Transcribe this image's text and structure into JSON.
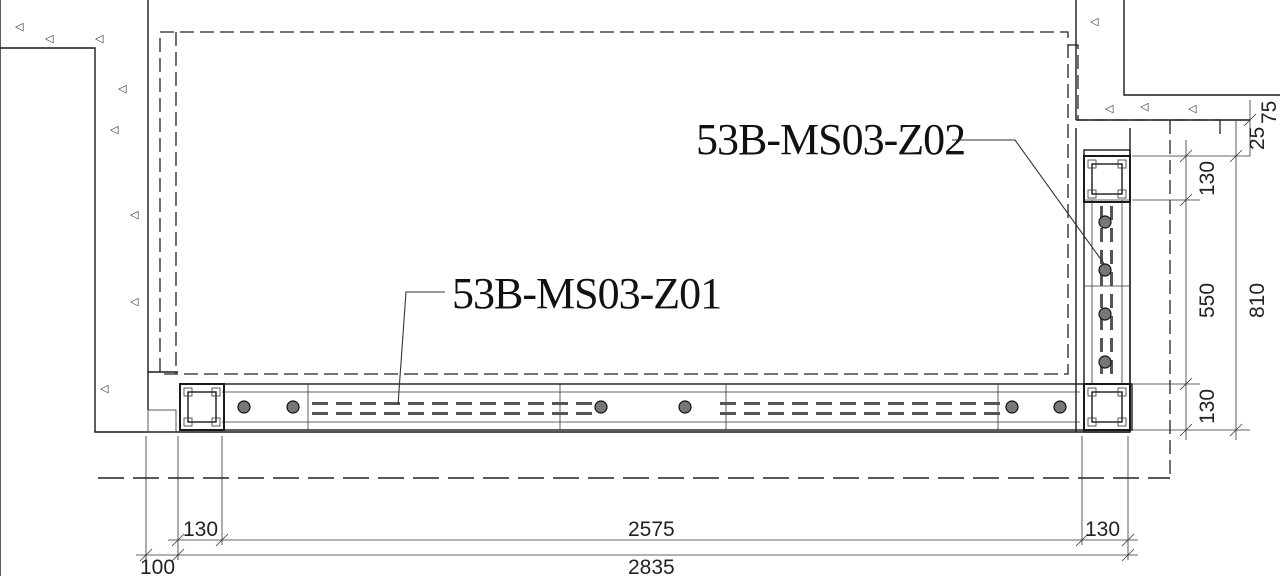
{
  "labels": {
    "column_1": "53B-MS03-Z01",
    "column_2": "53B-MS03-Z02"
  },
  "dimensions": {
    "bottom_left_end": "130",
    "bottom_span": "2575",
    "bottom_right_end": "130",
    "bottom_offset": "100",
    "bottom_total": "2835",
    "right_top_end": "130",
    "right_span": "550",
    "right_bottom_end": "130",
    "right_total": "810",
    "right_small_a": "25",
    "right_small_b": "75"
  },
  "colors": {
    "ink": "#1a1a1a",
    "paper": "#ffffff"
  },
  "icons": [
    "concrete-hatch-triangle"
  ]
}
